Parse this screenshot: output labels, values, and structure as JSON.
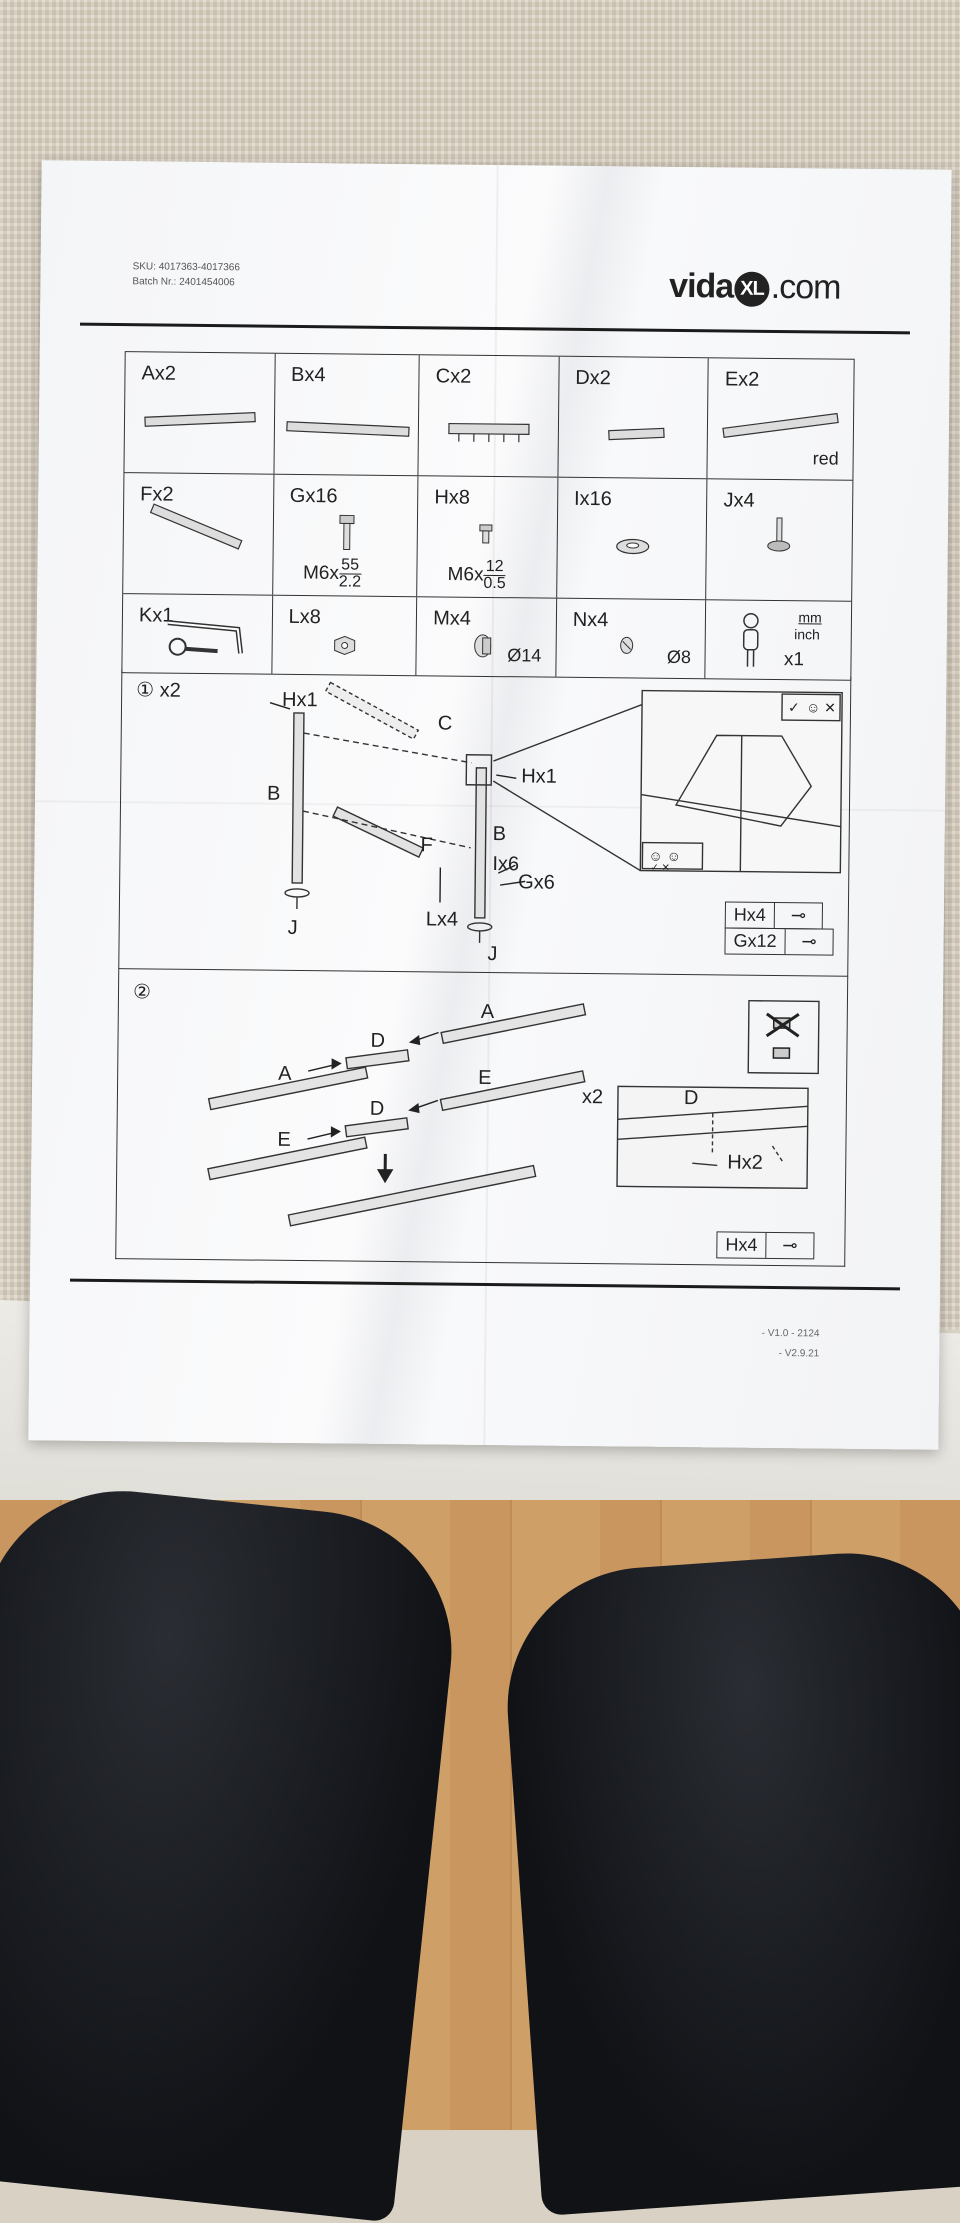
{
  "header": {
    "sku": "SKU: 4017363-4017366",
    "batch": "Batch Nr.: 2401454006",
    "logo_left": "vida",
    "logo_mark": "XL",
    "logo_right": ".com"
  },
  "parts": {
    "row1": [
      {
        "label": "Ax2"
      },
      {
        "label": "Bx4"
      },
      {
        "label": "Cx2"
      },
      {
        "label": "Dx2"
      },
      {
        "label": "Ex2",
        "note": "red"
      }
    ],
    "row2": [
      {
        "label": "Fx2"
      },
      {
        "label": "Gx16",
        "spec": "M6x",
        "num": "55",
        "den": "2.2"
      },
      {
        "label": "Hx8",
        "spec": "M6x",
        "num": "12",
        "den": "0.5"
      },
      {
        "label": "Ix16"
      },
      {
        "label": "Jx4"
      }
    ],
    "row3": [
      {
        "label": "Kx1"
      },
      {
        "label": "Lx8"
      },
      {
        "label": "Mx4",
        "dia": "Ø14"
      },
      {
        "label": "Nx4",
        "dia": "Ø8"
      },
      {
        "unit_top": "mm",
        "unit_bottom": "inch",
        "people": "x1"
      }
    ]
  },
  "step1": {
    "number": "①",
    "multiplier": "x2",
    "labels": {
      "h1": "Hx1",
      "h2": "Hx1",
      "c": "C",
      "b1": "B",
      "b2": "B",
      "f": "F",
      "i": "Ix6",
      "g": "Gx6",
      "l": "Lx4",
      "j1": "J",
      "j2": "J"
    },
    "summary": [
      {
        "label": "Hx4"
      },
      {
        "label": "Gx12"
      }
    ]
  },
  "step2": {
    "number": "②",
    "labels": {
      "a1": "A",
      "a2": "A",
      "d1": "D",
      "d2": "D",
      "e1": "E",
      "e2": "E",
      "detail_x": "x2",
      "detail_d": "D",
      "detail_h": "Hx2"
    },
    "summary": {
      "label": "Hx4"
    }
  },
  "footer": {
    "version": "- V1.0 -   2124",
    "version2": "- V2.9.21"
  }
}
